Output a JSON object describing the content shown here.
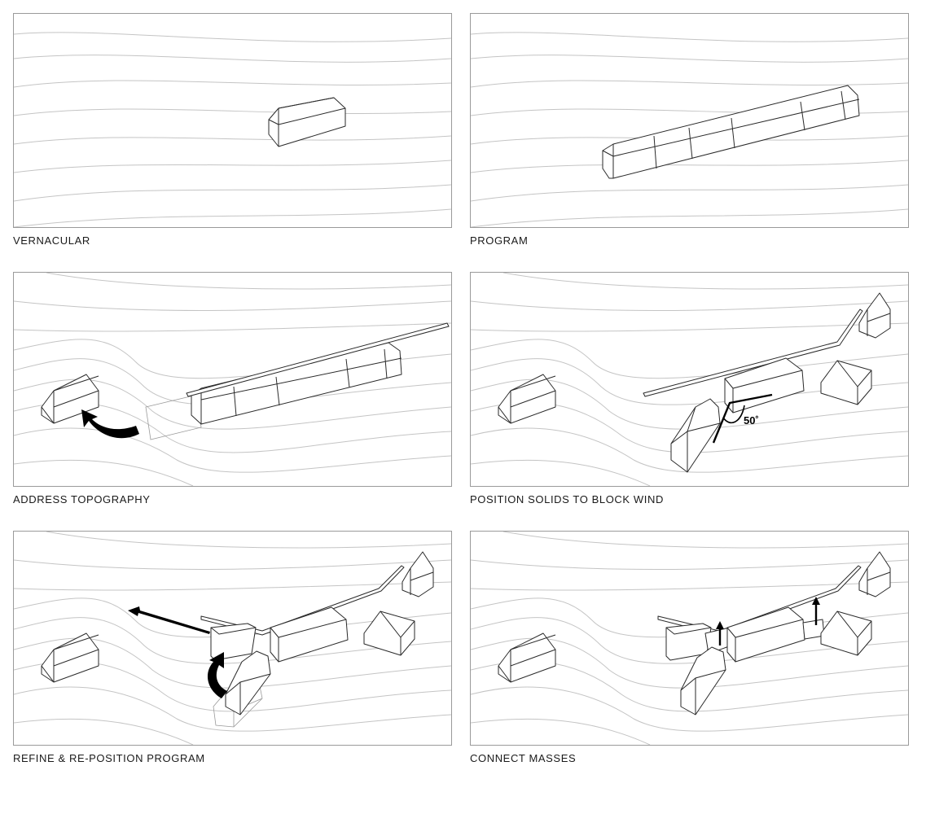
{
  "panels": [
    {
      "caption": "VERNACULAR"
    },
    {
      "caption": "PROGRAM"
    },
    {
      "caption": "ADDRESS TOPOGRAPHY"
    },
    {
      "caption": "POSITION SOLIDS TO BLOCK WIND",
      "angle_label": "50˚"
    },
    {
      "caption": "REFINE & RE-POSITION PROGRAM"
    },
    {
      "caption": "CONNECT MASSES"
    }
  ],
  "icons": [
    "curved-arrow-icon",
    "straight-arrow-icon",
    "up-arrow-icon",
    "angle-marker-icon"
  ]
}
